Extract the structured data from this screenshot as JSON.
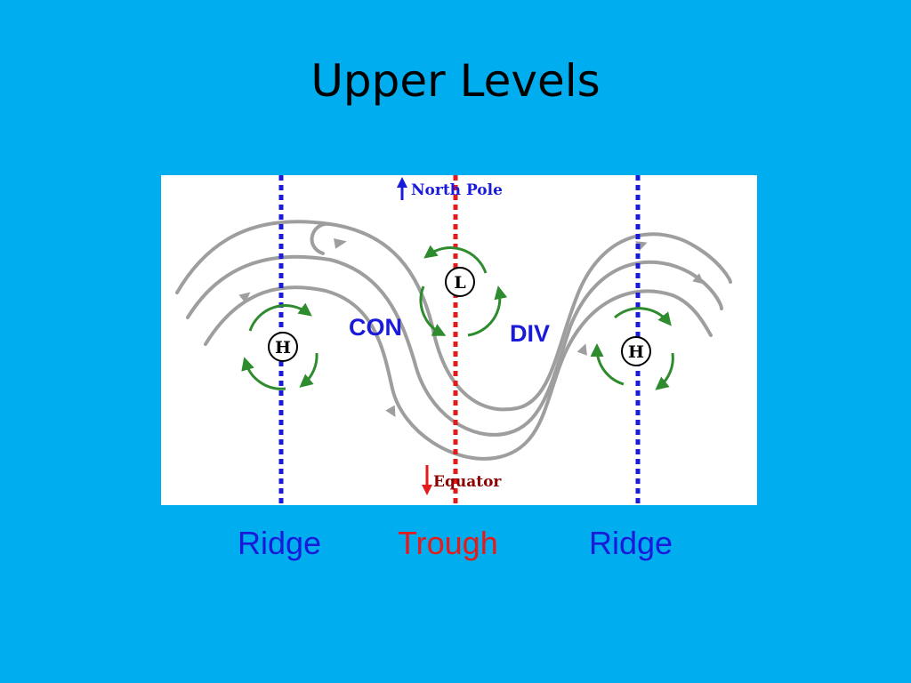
{
  "slide": {
    "title": "Upper Levels"
  },
  "diagram": {
    "north_label": "North Pole",
    "equator_label": "Equator",
    "low_symbol": "L",
    "high_symbol": "H",
    "convergence_label": "CON",
    "divergence_label": "DIV"
  },
  "captions": {
    "left": "Ridge",
    "middle": "Trough",
    "right": "Ridge"
  },
  "colors": {
    "background": "#00aeef",
    "ridge": "#1a1adb",
    "trough": "#e31b1b",
    "circulation": "#2e8b2e",
    "flow": "#9e9e9e"
  }
}
